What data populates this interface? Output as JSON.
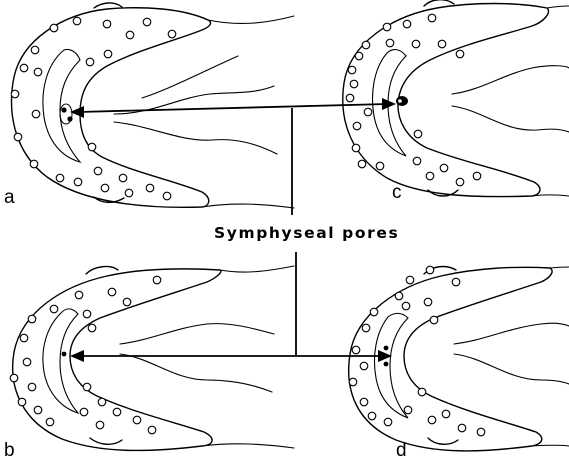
{
  "caption": "Symphyseal pores",
  "panels": [
    {
      "id": "a",
      "label": "a"
    },
    {
      "id": "b",
      "label": "b"
    },
    {
      "id": "c",
      "label": "c"
    },
    {
      "id": "d",
      "label": "d"
    }
  ]
}
